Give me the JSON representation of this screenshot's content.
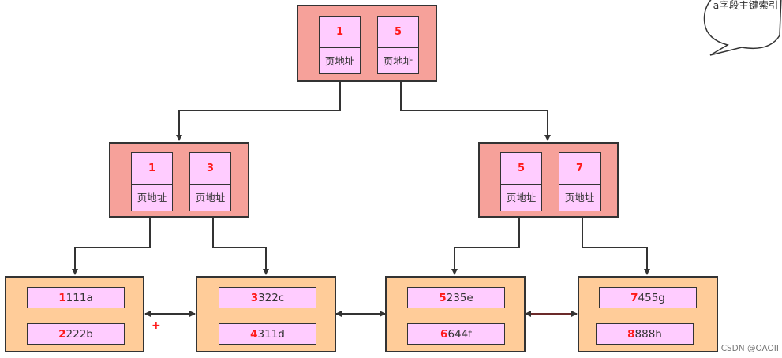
{
  "diagram": {
    "callout": "a字段主键索引",
    "root": {
      "keys": [
        {
          "key": "1",
          "addr": "页地址"
        },
        {
          "key": "5",
          "addr": "页地址"
        }
      ]
    },
    "internal": [
      {
        "keys": [
          {
            "key": "1",
            "addr": "页地址"
          },
          {
            "key": "3",
            "addr": "页地址"
          }
        ]
      },
      {
        "keys": [
          {
            "key": "5",
            "addr": "页地址"
          },
          {
            "key": "7",
            "addr": "页地址"
          }
        ]
      }
    ],
    "leaves": [
      {
        "records": [
          {
            "id": "1",
            "rest": "111a"
          },
          {
            "id": "2",
            "rest": "222b"
          }
        ]
      },
      {
        "records": [
          {
            "id": "3",
            "rest": "322c"
          },
          {
            "id": "4",
            "rest": "311d"
          }
        ]
      },
      {
        "records": [
          {
            "id": "5",
            "rest": "235e"
          },
          {
            "id": "6",
            "rest": "644f"
          }
        ]
      },
      {
        "records": [
          {
            "id": "7",
            "rest": "455g"
          },
          {
            "id": "8",
            "rest": "888h"
          }
        ]
      }
    ],
    "plus_mark": "+",
    "watermark": "CSDN @OAOII"
  },
  "colors": {
    "internal_node": "#f6a19a",
    "leaf_node": "#ffcc99",
    "cell": "#ffccff",
    "key_text": "#ff1a1a",
    "border": "#333333"
  }
}
